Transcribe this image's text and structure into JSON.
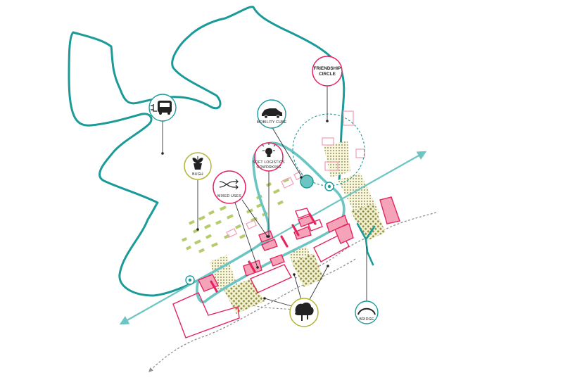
{
  "labels": {
    "friendship_line1": "FRIENDSHIP",
    "friendship_line2": "CIRCLE",
    "mobility_cube": "MOBILITY CUBE",
    "soft_logistics_line1": "SOFT LOGISTICS",
    "soft_logistics_line2": "COWORKING",
    "mixed_uses": "MIXED USES",
    "bugh": "BUGH",
    "bridge": "BRIDGE"
  },
  "icons": {
    "bus": "electric-bus-icon",
    "car": "car-icon",
    "lightbulb": "lightbulb-icon",
    "plant": "plant-pot-icon",
    "shuffle": "shuffle-arrows-icon",
    "trees": "trees-icon",
    "bridge": "bridge-arch-icon"
  },
  "colors": {
    "teal": "#1a9a98",
    "teal_light": "#6cc5c3",
    "magenta": "#e5245f",
    "pink_fill": "#f4a3b9",
    "olive_ring": "#b5b437",
    "green_patch": "#9bbb3c",
    "gray_dash": "#8f8f8f"
  }
}
